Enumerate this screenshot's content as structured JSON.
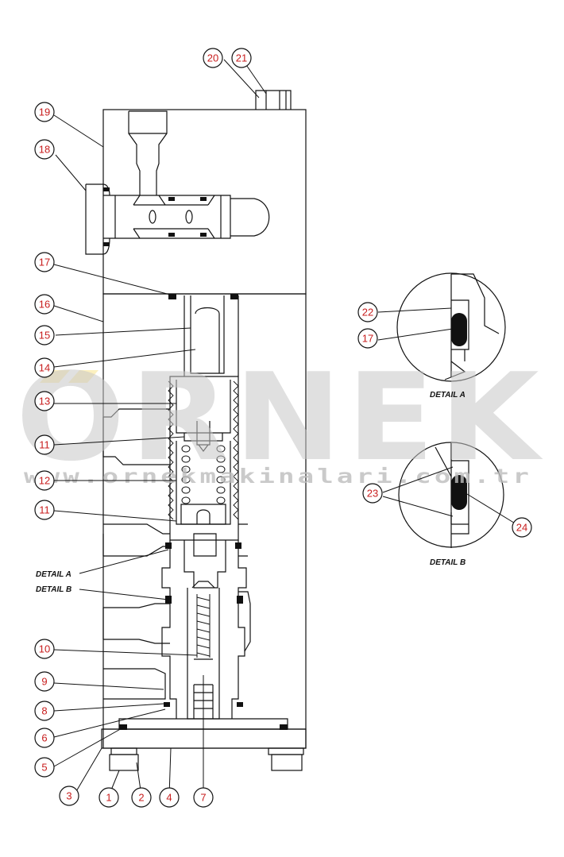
{
  "callouts": [
    {
      "id": "c20",
      "label": "20"
    },
    {
      "id": "c21",
      "label": "21"
    },
    {
      "id": "c19",
      "label": "19"
    },
    {
      "id": "c18",
      "label": "18"
    },
    {
      "id": "c17a",
      "label": "17"
    },
    {
      "id": "c16",
      "label": "16"
    },
    {
      "id": "c15",
      "label": "15"
    },
    {
      "id": "c14",
      "label": "14"
    },
    {
      "id": "c13",
      "label": "13"
    },
    {
      "id": "c11a",
      "label": "11"
    },
    {
      "id": "c12",
      "label": "12"
    },
    {
      "id": "c11b",
      "label": "11"
    },
    {
      "id": "c10",
      "label": "10"
    },
    {
      "id": "c9",
      "label": "9"
    },
    {
      "id": "c8",
      "label": "8"
    },
    {
      "id": "c6",
      "label": "6"
    },
    {
      "id": "c5",
      "label": "5"
    },
    {
      "id": "c3",
      "label": "3"
    },
    {
      "id": "c1",
      "label": "1"
    },
    {
      "id": "c2",
      "label": "2"
    },
    {
      "id": "c4",
      "label": "4"
    },
    {
      "id": "c7",
      "label": "7"
    },
    {
      "id": "c22",
      "label": "22"
    },
    {
      "id": "c17b",
      "label": "17"
    },
    {
      "id": "c23",
      "label": "23"
    },
    {
      "id": "c24",
      "label": "24"
    }
  ],
  "labels": {
    "detail_a_ref": "DETAIL A",
    "detail_b_ref": "DETAIL B",
    "detail_a_title": "DETAIL A",
    "detail_b_title": "DETAIL B"
  },
  "watermark": {
    "brand": "ORNEK",
    "url": "www.ornekmakinalari.com.tr"
  },
  "colors": {
    "line": "#111111",
    "callout_text": "#c81e1e",
    "watermark": "#c8c8c8",
    "accent": "#f2c200"
  }
}
